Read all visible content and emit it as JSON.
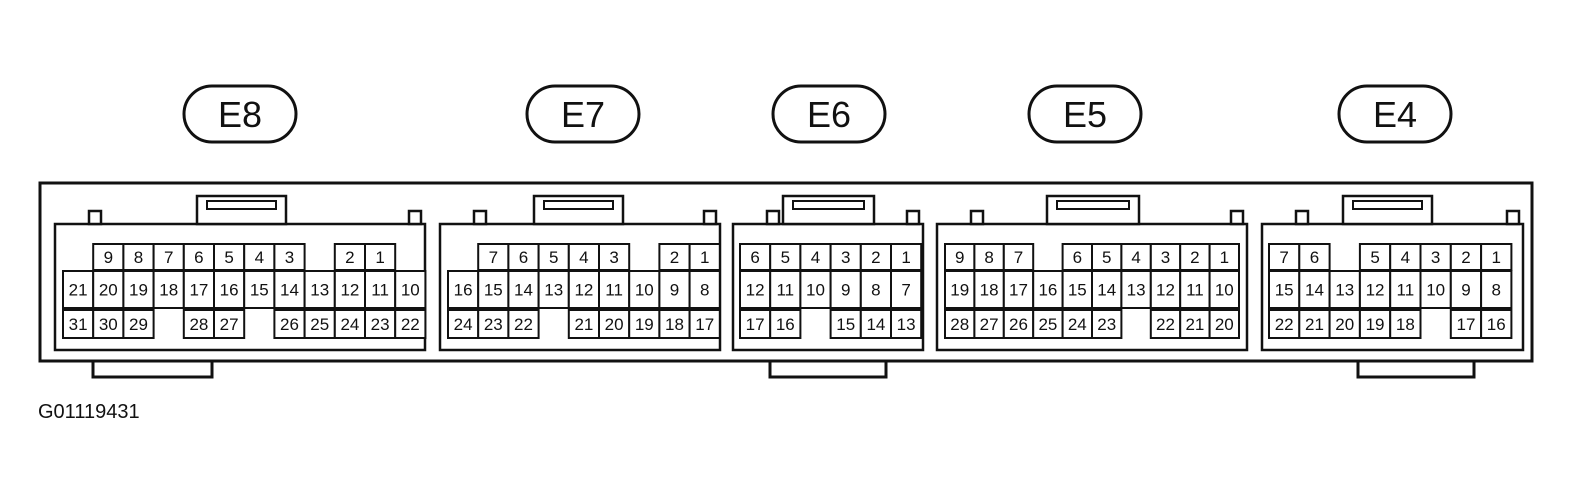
{
  "figure_id": "G01119431",
  "connectors": [
    {
      "label": "E8",
      "rows": [
        [
          null,
          "9",
          "8",
          "7",
          "6",
          "5",
          "4",
          "3",
          null,
          "2",
          "1",
          null
        ],
        [
          "21",
          "20",
          "19",
          "18",
          "17",
          "16",
          "15",
          "14",
          "13",
          "12",
          "11",
          "10"
        ],
        [
          "31",
          "30",
          "29",
          null,
          "28",
          "27",
          null,
          "26",
          "25",
          "24",
          "23",
          "22"
        ]
      ]
    },
    {
      "label": "E7",
      "rows": [
        [
          null,
          "7",
          "6",
          "5",
          "4",
          "3",
          null,
          "2",
          "1"
        ],
        [
          "16",
          "15",
          "14",
          "13",
          "12",
          "11",
          "10",
          "9",
          "8"
        ],
        [
          "24",
          "23",
          "22",
          null,
          "21",
          "20",
          "19",
          "18",
          "17"
        ]
      ]
    },
    {
      "label": "E6",
      "rows": [
        [
          "6",
          "5",
          "4",
          "3",
          "2",
          "1"
        ],
        [
          "12",
          "11",
          "10",
          "9",
          "8",
          "7"
        ],
        [
          "17",
          "16",
          null,
          "15",
          "14",
          "13"
        ]
      ]
    },
    {
      "label": "E5",
      "rows": [
        [
          "9",
          "8",
          "7",
          null,
          "6",
          "5",
          "4",
          "3",
          "2",
          "1"
        ],
        [
          "19",
          "18",
          "17",
          "16",
          "15",
          "14",
          "13",
          "12",
          "11",
          "10"
        ],
        [
          "28",
          "27",
          "26",
          "25",
          "24",
          "23",
          null,
          "22",
          "21",
          "20"
        ]
      ]
    },
    {
      "label": "E4",
      "rows": [
        [
          "7",
          "6",
          null,
          "5",
          "4",
          "3",
          "2",
          "1"
        ],
        [
          "15",
          "14",
          "13",
          "12",
          "11",
          "10",
          "9",
          "8"
        ],
        [
          "22",
          "21",
          "20",
          "19",
          "18",
          null,
          "17",
          "16"
        ]
      ]
    }
  ]
}
